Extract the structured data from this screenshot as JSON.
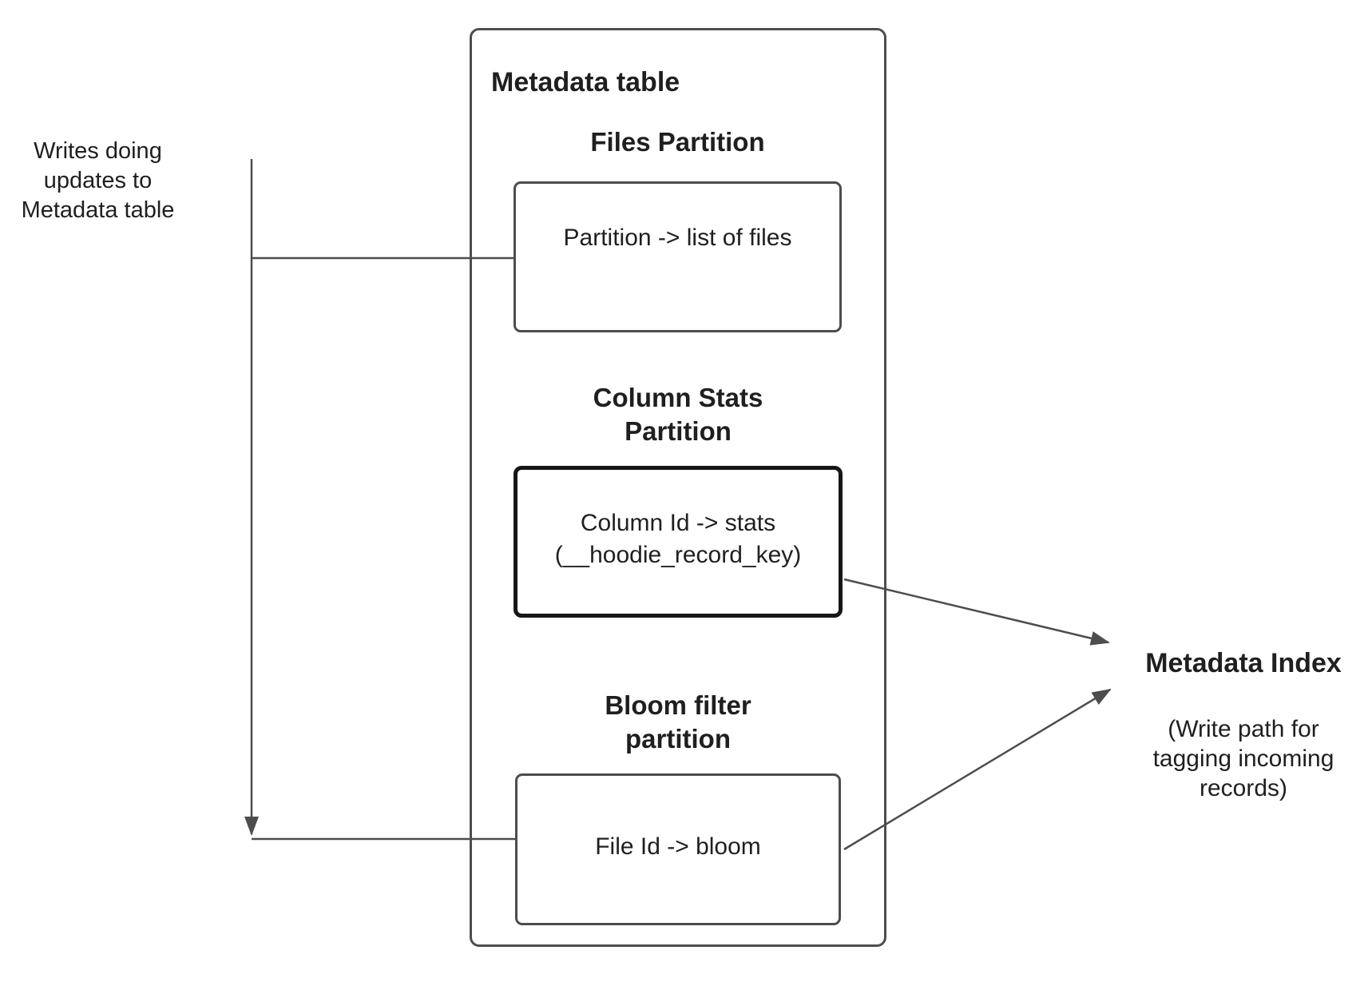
{
  "left_note": {
    "lines": [
      "Writes doing",
      "updates to",
      "Metadata table"
    ]
  },
  "metadata_table": {
    "title": "Metadata table",
    "files": {
      "heading": "Files Partition",
      "text": "Partition -> list of files"
    },
    "column_stats": {
      "heading_lines": [
        "Column Stats",
        "Partition"
      ],
      "text_lines": [
        "Column Id  -> stats",
        "(__hoodie_record_key)"
      ]
    },
    "bloom": {
      "heading_lines": [
        "Bloom filter",
        "partition"
      ],
      "text": "File Id -> bloom"
    }
  },
  "metadata_index": {
    "title": "Metadata Index",
    "subtitle_lines": [
      "(Write path for",
      "tagging incoming",
      "records)"
    ]
  },
  "colors": {
    "connector_line": "#4d4d4d",
    "box_border": "#4d4d4d",
    "stats_box_border": "#161616",
    "text": "#1f1f1f",
    "background": "#ffffff"
  }
}
